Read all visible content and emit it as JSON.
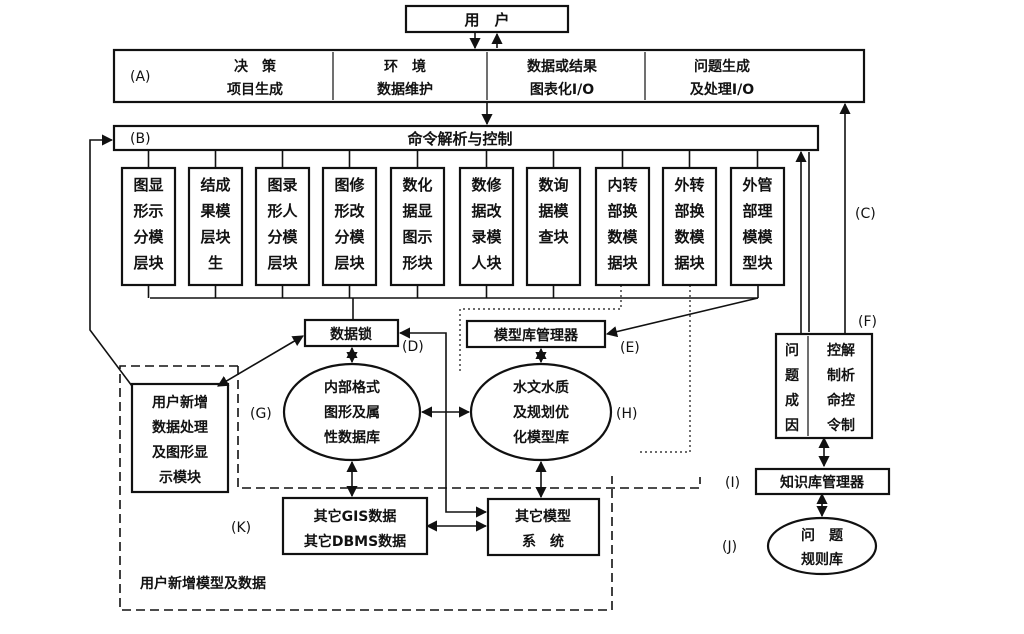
{
  "user": "用　户",
  "bar_a": {
    "tag": "(A)",
    "items": [
      {
        "line1": "决　策",
        "line2": "项目生成"
      },
      {
        "line1": "环　境",
        "line2": "数据维护"
      },
      {
        "line1": "数据或结果",
        "line2": "图表化I/O"
      },
      {
        "line1": "问题生成",
        "line2": "及处理I/O"
      }
    ]
  },
  "bar_b": {
    "tag": "(B)",
    "title": "命令解析与控制"
  },
  "modules": [
    [
      "图显",
      "形示",
      "分模",
      "层块"
    ],
    [
      "结成",
      "果模",
      "层块",
      "生"
    ],
    [
      "图录",
      "形人",
      "分模",
      "层块"
    ],
    [
      "图修",
      "形改",
      "分模",
      "层块"
    ],
    [
      "数化",
      "据显",
      "图示",
      "形块"
    ],
    [
      "数修",
      "据改",
      "录模",
      "人块"
    ],
    [
      "数询",
      "据模",
      "查块"
    ],
    [
      "内转",
      "部换",
      "数模",
      "据块"
    ],
    [
      "外转",
      "部换",
      "数模",
      "据块"
    ],
    [
      "外管",
      "部理",
      "模模",
      "型块"
    ]
  ],
  "data_lock": "数据锁",
  "label_d": "(D)",
  "model_mgr": "模型库管理器",
  "label_e": "(E)",
  "user_new_module": [
    "用户新增",
    "数据处理",
    "及图形显",
    "示模块"
  ],
  "label_g": "(G)",
  "internal_db": [
    "内部格式",
    "图形及属",
    "性数据库"
  ],
  "hydro_db": [
    "水文水质",
    "及规划优",
    "化模型库"
  ],
  "label_h": "(H)",
  "other_gis": [
    "其它GIS数据",
    "其它DBMS数据"
  ],
  "label_k": "(K)",
  "other_model": [
    "其它模型",
    "系　统"
  ],
  "user_new_models": "用户新增模型及数据",
  "label_c": "(C)",
  "label_f": "(F)",
  "problem_cause": [
    "问",
    "题",
    "成",
    "因"
  ],
  "control_cmd": [
    "控解",
    "制析",
    "命控",
    "令制"
  ],
  "label_i": "(I)",
  "kb_mgr": "知识库管理器",
  "label_j": "(J)",
  "rule_base": [
    "问　题",
    "规则库"
  ]
}
